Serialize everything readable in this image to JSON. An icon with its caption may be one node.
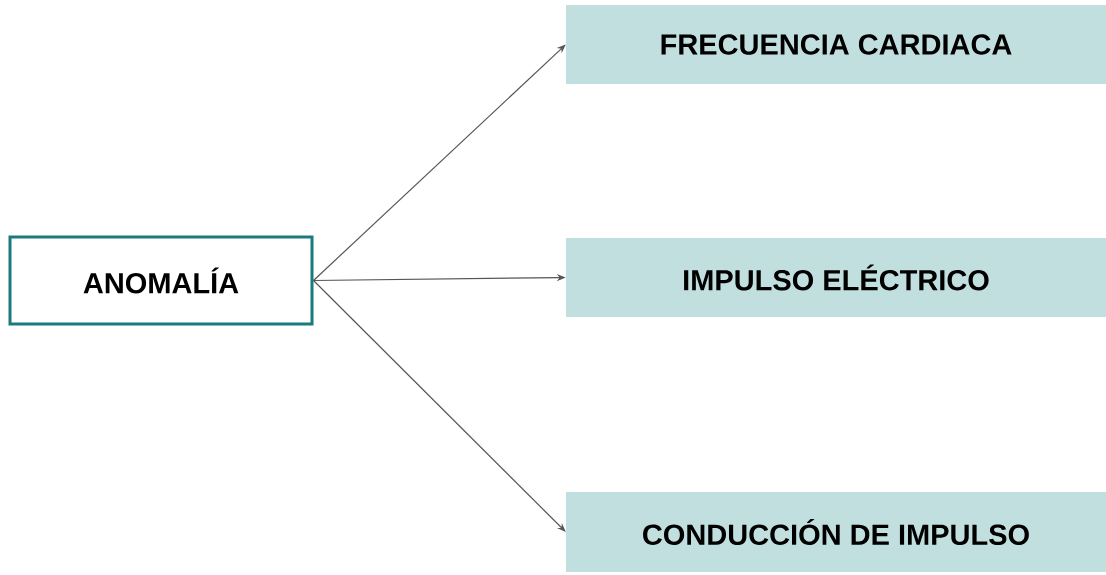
{
  "diagram": {
    "nodes": [
      {
        "text": [
          "ANOMALÍA"
        ]
      },
      {
        "text": [
          "FRECUENCIA CARDIACA"
        ]
      },
      {
        "text": [
          "IMPULSO ELÉCTRICO"
        ]
      },
      {
        "text": [
          "CONDUCCIÓN DE IMPULSO"
        ]
      }
    ],
    "edges": [
      {
        "from": 0,
        "to": 1,
        "arrow": "to"
      },
      {
        "from": 0,
        "to": 2,
        "arrow": "to"
      },
      {
        "from": 0,
        "to": 3,
        "arrow": "to"
      }
    ]
  }
}
